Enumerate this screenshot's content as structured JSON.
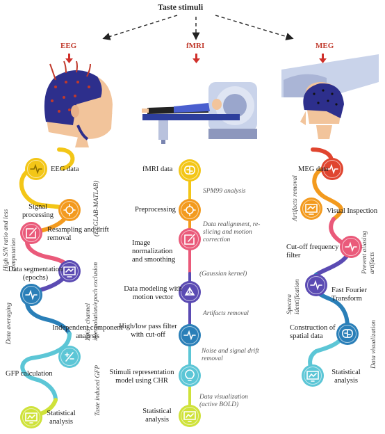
{
  "title": "Taste stimuli",
  "modalities": {
    "eeg": "EEG",
    "fmri": "fMRI",
    "meg": "MEG"
  },
  "colors": {
    "arrow_red": "#d0302b",
    "yellow": "#f3c617",
    "orange": "#f39a1e",
    "pink": "#ea5a7a",
    "purple": "#5b4bb3",
    "blue": "#2a7fb8",
    "cyan": "#5cc6d6",
    "lime": "#cfe23a",
    "red": "#e0452f"
  },
  "eeg": {
    "steps": [
      "EEG data",
      "Signal processing",
      "Resampling and drift removal",
      "Data segmentation (epochs)",
      "Independent component analysis",
      "GFP calculation",
      "Statistical analysis"
    ],
    "notes": [
      "(EEGLAB-MATLAB)",
      "High S/N ratio and less computation",
      "Noisy channel interpolation/epoch exclusion",
      "Data averaging",
      "Taste induced GFP"
    ]
  },
  "fmri": {
    "steps": [
      "fMRI data",
      "Preprocessing",
      "Image normalization and smoothing",
      "Data modeling with motion vector",
      "High/low pass filter with cut-off",
      "Stimuli representation model using CHR",
      "Statistical analysis"
    ],
    "notes": [
      "SPM99 analysis",
      "Data realignment, re-slicing and motion correction",
      "(Gaussian kernel)",
      "Artifacts removal",
      "Noise and signal drift removal",
      "Data visualization (active BOLD)"
    ]
  },
  "meg": {
    "steps": [
      "MEG data",
      "Visual Inspection",
      "Cut-off frequency filter",
      "Fast Fourier Transform",
      "Construction of spatial data",
      "Statistical analysis"
    ],
    "notes": [
      "Artifacts removal",
      "Prevent aliasing artifacts",
      "Spectra identification",
      "Data visualization"
    ]
  }
}
